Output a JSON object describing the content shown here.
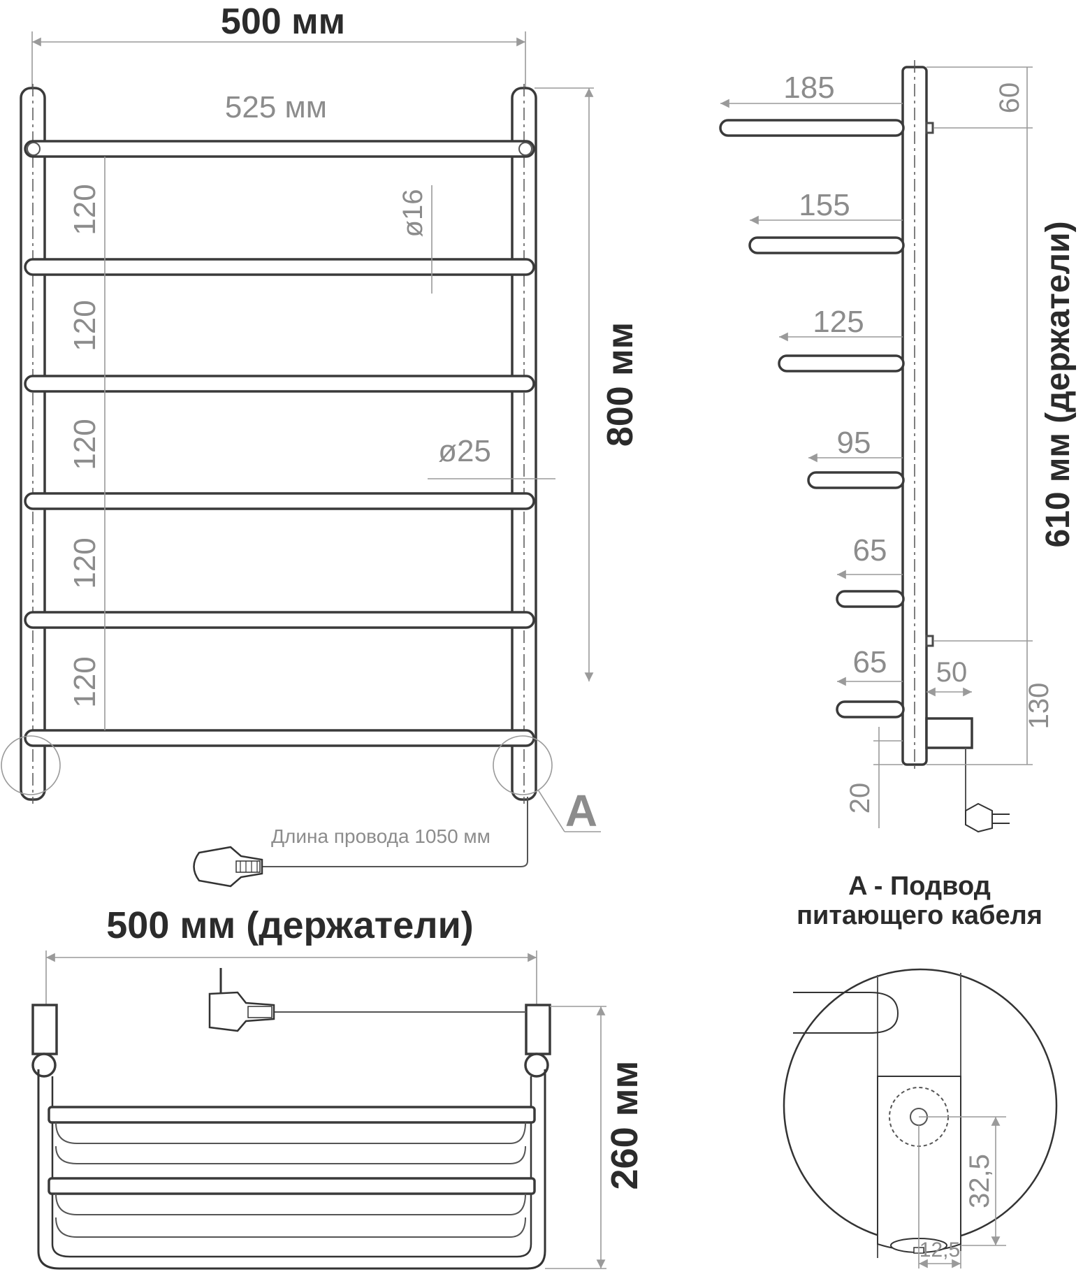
{
  "front_view": {
    "width_label": "500 мм",
    "outer_width_label": "525 мм",
    "height_label": "800 мм",
    "spacing_labels": [
      "120",
      "120",
      "120",
      "120",
      "120"
    ],
    "rung_diameter_label": "ø16",
    "post_diameter_label": "ø25",
    "cable_length_label": "Длина провода 1050 мм",
    "detail_marker": "A"
  },
  "side_view": {
    "depths": [
      "185",
      "155",
      "125",
      "95",
      "65",
      "65"
    ],
    "top_offset": "60",
    "holders_height": "610 мм (держатели)",
    "bottom_offset": "130",
    "box_depth": "50",
    "base_gap": "20"
  },
  "top_view": {
    "holders_width": "500 мм (держатели)",
    "depth_label": "260 мм"
  },
  "detail_a": {
    "title_line1": "A - Подвод",
    "title_line2": "питающего кабеля",
    "height_label": "32,5",
    "width_label": "12,5"
  },
  "colors": {
    "outline": "#3a3a3a",
    "dimension": "#9a9a9a",
    "text_dark": "#2b2b2b",
    "text_gray": "#8c8c8c"
  }
}
